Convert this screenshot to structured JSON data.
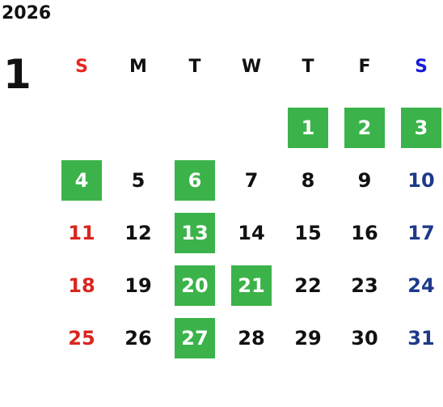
{
  "calendar": {
    "year": "2026",
    "month": "1",
    "weekdays": [
      "S",
      "M",
      "T",
      "W",
      "T",
      "F",
      "S"
    ],
    "highlight_color": "#3bb34a",
    "sunday_color": "#d9261f",
    "saturday_color": "#1e3a8a",
    "start_weekday_index": 4,
    "days": [
      {
        "num": "1",
        "highlighted": true
      },
      {
        "num": "2",
        "highlighted": true
      },
      {
        "num": "3",
        "highlighted": true
      },
      {
        "num": "4",
        "highlighted": true
      },
      {
        "num": "5",
        "highlighted": false
      },
      {
        "num": "6",
        "highlighted": true
      },
      {
        "num": "7",
        "highlighted": false
      },
      {
        "num": "8",
        "highlighted": false
      },
      {
        "num": "9",
        "highlighted": false
      },
      {
        "num": "10",
        "highlighted": false
      },
      {
        "num": "11",
        "highlighted": false
      },
      {
        "num": "12",
        "highlighted": false
      },
      {
        "num": "13",
        "highlighted": true
      },
      {
        "num": "14",
        "highlighted": false
      },
      {
        "num": "15",
        "highlighted": false
      },
      {
        "num": "16",
        "highlighted": false
      },
      {
        "num": "17",
        "highlighted": false
      },
      {
        "num": "18",
        "highlighted": false
      },
      {
        "num": "19",
        "highlighted": false
      },
      {
        "num": "20",
        "highlighted": true
      },
      {
        "num": "21",
        "highlighted": true
      },
      {
        "num": "22",
        "highlighted": false
      },
      {
        "num": "23",
        "highlighted": false
      },
      {
        "num": "24",
        "highlighted": false
      },
      {
        "num": "25",
        "highlighted": false
      },
      {
        "num": "26",
        "highlighted": false
      },
      {
        "num": "27",
        "highlighted": true
      },
      {
        "num": "28",
        "highlighted": false
      },
      {
        "num": "29",
        "highlighted": false
      },
      {
        "num": "30",
        "highlighted": false
      },
      {
        "num": "31",
        "highlighted": false
      }
    ]
  }
}
